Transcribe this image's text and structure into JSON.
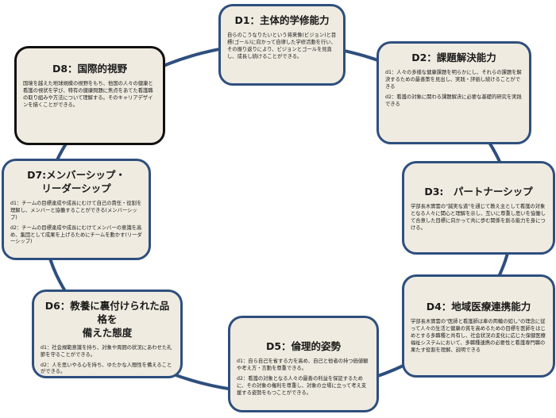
{
  "diagram": {
    "colors": {
      "ring": "#2e4f7e",
      "node_fill": "#efebe0",
      "node_border": "#2e4f7e",
      "selected_border": "#111111"
    },
    "nodes": [
      {
        "id": "d1",
        "title": "D1：主体的学修能力",
        "paragraphs": [
          "自らのこうなりたいという将来像(ビジョン)と目標(ゴール)に向かって自律した学修活動を行い、その振り返りにより、ビジョンとゴールを見直し、成長し続けることができる。"
        ]
      },
      {
        "id": "d2",
        "title": "D2：課題解決能力",
        "paragraphs": [
          "d1：人々の多様な健康課題を明らかにし、それらの課題を解決するための最善策を見出し、実践・評価し続けることができる",
          "d2：看護の対象に関わる課題解決に必要な基礎的研究を実践できる"
        ]
      },
      {
        "id": "d3",
        "title": "D3:　パートナーシップ",
        "paragraphs": [
          "学部長木實雲の\"誠実な道\"を通じて教え主として看護の対象となる人々に関心と理解を示し、互いに尊重し思いを協働して合意した目標に向かって共に歩む関係を創る能力を身につける。"
        ]
      },
      {
        "id": "d4",
        "title": "D4：地域医療連携能力",
        "paragraphs": [
          "学部長木實雲の\"医師と看護師は車の両輪の如し\"の理念に従って人々の生活と健康の質を高めるための目標を医師をはじめとする多職種と共有し、社会状況の変化に応じた保健医療福祉システムにおいて、多職種連携の必要性と看護専門職の果たす役割を理解、説明できる"
        ]
      },
      {
        "id": "d5",
        "title": "D5：倫理的姿勢",
        "paragraphs": [
          "d1：自ら自己を省する力を高め、自己と他者の持つ価値観や考え方・言動を尊重できる。",
          "d2：看護の対象となる人々の最善の利益を保証するために、その対象の権利を尊重し、対象の立場に立って考え支援する姿勢をもつことができる。"
        ]
      },
      {
        "id": "d6",
        "title": "D6：教養に裏付けられた品格を\n備えた態度",
        "paragraphs": [
          "d1：社会規範意識を持ち、対象や周囲の状況にあわせた礼節を守ることができる。",
          "d2：人を思いやる心を持ち、ゆたかな人間性を備えることができる。"
        ]
      },
      {
        "id": "d7",
        "title": "D7:メンバーシップ・\nリーダーシップ",
        "paragraphs": [
          "d1：チームの目標達成や成長にむけて自己の責任・役割を理解し、メンバーと協働することができる(メンバーシップ)",
          "d2：チームの目標達成や成長にむけてメンバーの意識を高め、集団として成果を上げるためにチームを動かす(リーダーシップ)"
        ]
      },
      {
        "id": "d8",
        "title": "D8：国際的視野",
        "paragraphs": [
          "国境を越えた地球規模の視野をもち、他国の人々の健康と看護の視状を学び、特有の健康問題に焦点をあてた看護職の取り組みや方法について理解する。そのキャリアデザインを描くことができる。"
        ]
      }
    ]
  }
}
